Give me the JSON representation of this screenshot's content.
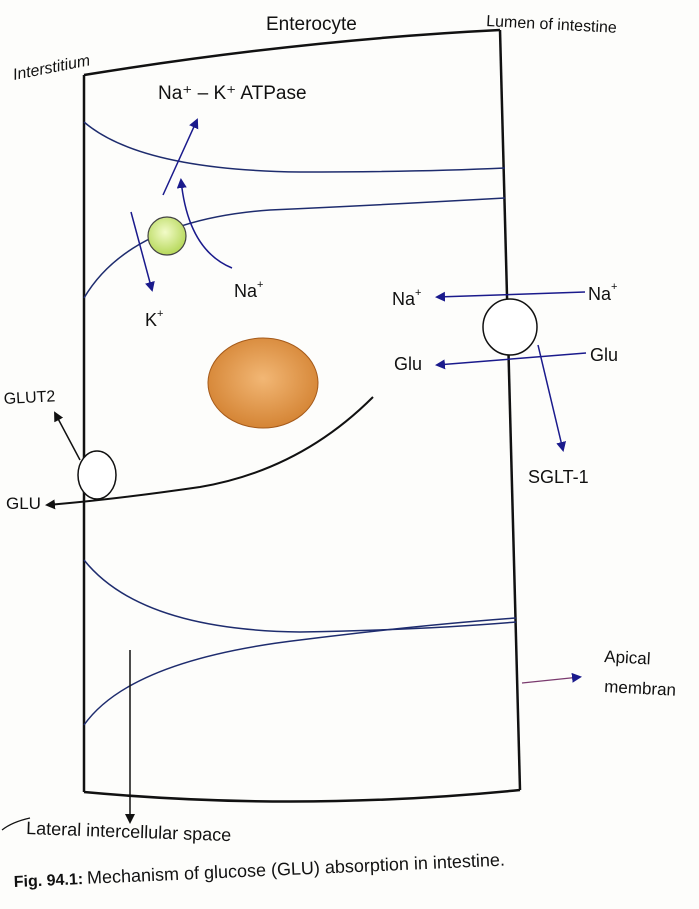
{
  "labels": {
    "enterocyte": "Enterocyte",
    "lumen": "Lumen of intestine",
    "interstitium": "Interstitium",
    "pump": "Na⁺ – K⁺ ATPase",
    "na_pump": "Na",
    "k_pump": "K",
    "na_left": "Na",
    "na_right": "Na",
    "glu_left": "Glu",
    "glu_right": "Glu",
    "sglt1": "SGLT-1",
    "glut2": "GLUT2",
    "glu_out": "GLU",
    "apical": "Apical",
    "membrane": "membran",
    "lateral": "Lateral intercellular space",
    "caption_num": "Fig. 94.1:",
    "caption_text": "Mechanism of glucose (GLU) absorption in intestine."
  },
  "colors": {
    "arrow": "#1a1a8c",
    "outline": "#111111",
    "membrane_line": "#1e2c6e",
    "pump_fill": "#cfe87a",
    "nucleus_fill": "#e39a4e"
  }
}
